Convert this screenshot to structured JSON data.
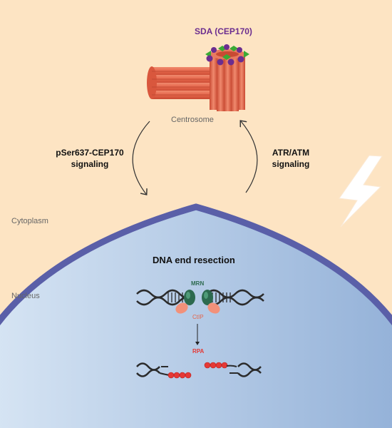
{
  "labels": {
    "sda": "SDA (CEP170)",
    "centrosome": "Centrosome",
    "left_signal_line1": "pSer637-CEP170",
    "left_signal_line2": "signaling",
    "right_signal_line1": "ATR/ATM",
    "right_signal_line2": "signaling",
    "cytoplasm": "Cytoplasm",
    "nucleus": "Nucleus",
    "dna_resection": "DNA end resection",
    "mrn": "MRN",
    "ctip": "CtIP",
    "rpa": "RPA"
  },
  "colors": {
    "cytoplasm": "#fde4c3",
    "nucleus_light": "#dce9f6",
    "nucleus_dark": "#8eadd6",
    "membrane": "#5a5fa8",
    "microtubule": "#e5654a",
    "sda_purple": "#6b2d8f",
    "sda_green": "#3aaa35",
    "mrn_green": "#2d6a4f",
    "ctip_salmon": "#f2917a",
    "rpa_red": "#e53935",
    "dna": "#2b2b2b",
    "lightning": "#ffffff"
  },
  "icons": {
    "lightning": "lightning-bolt-icon",
    "centrosome": "centrosome-icon"
  }
}
